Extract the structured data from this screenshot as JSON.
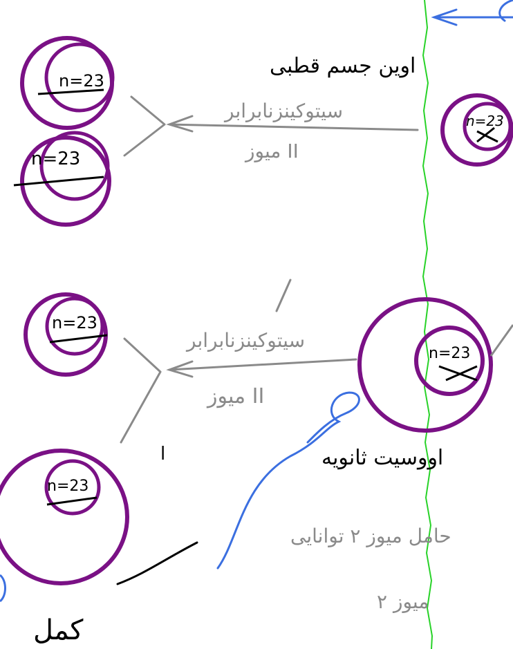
{
  "colors": {
    "cell": "#7a1185",
    "ink": "#000000",
    "gray": "#8a8a8a",
    "blue": "#3b6fe0",
    "green": "#27d227"
  },
  "labels": {
    "primary_oocyte": "اوین جسم قطبی",
    "secondary_oocyte": "اووسیت ثانویه",
    "meiosis_ii_top": "میوز II",
    "meiosis_ii_bottom": "میوز II",
    "secondary_oocyte_arrow_top": "سیتوکینزنابرابر",
    "secondary_oocyte_arrow_bottom": "سیتوکینزنابرابر",
    "capable_text": "حامل میوز ۲ توانایی",
    "meiosis_word": "میوز ۲",
    "complete": "کمل",
    "mark_one": "ا"
  },
  "cells": {
    "n_label": "n=23"
  }
}
